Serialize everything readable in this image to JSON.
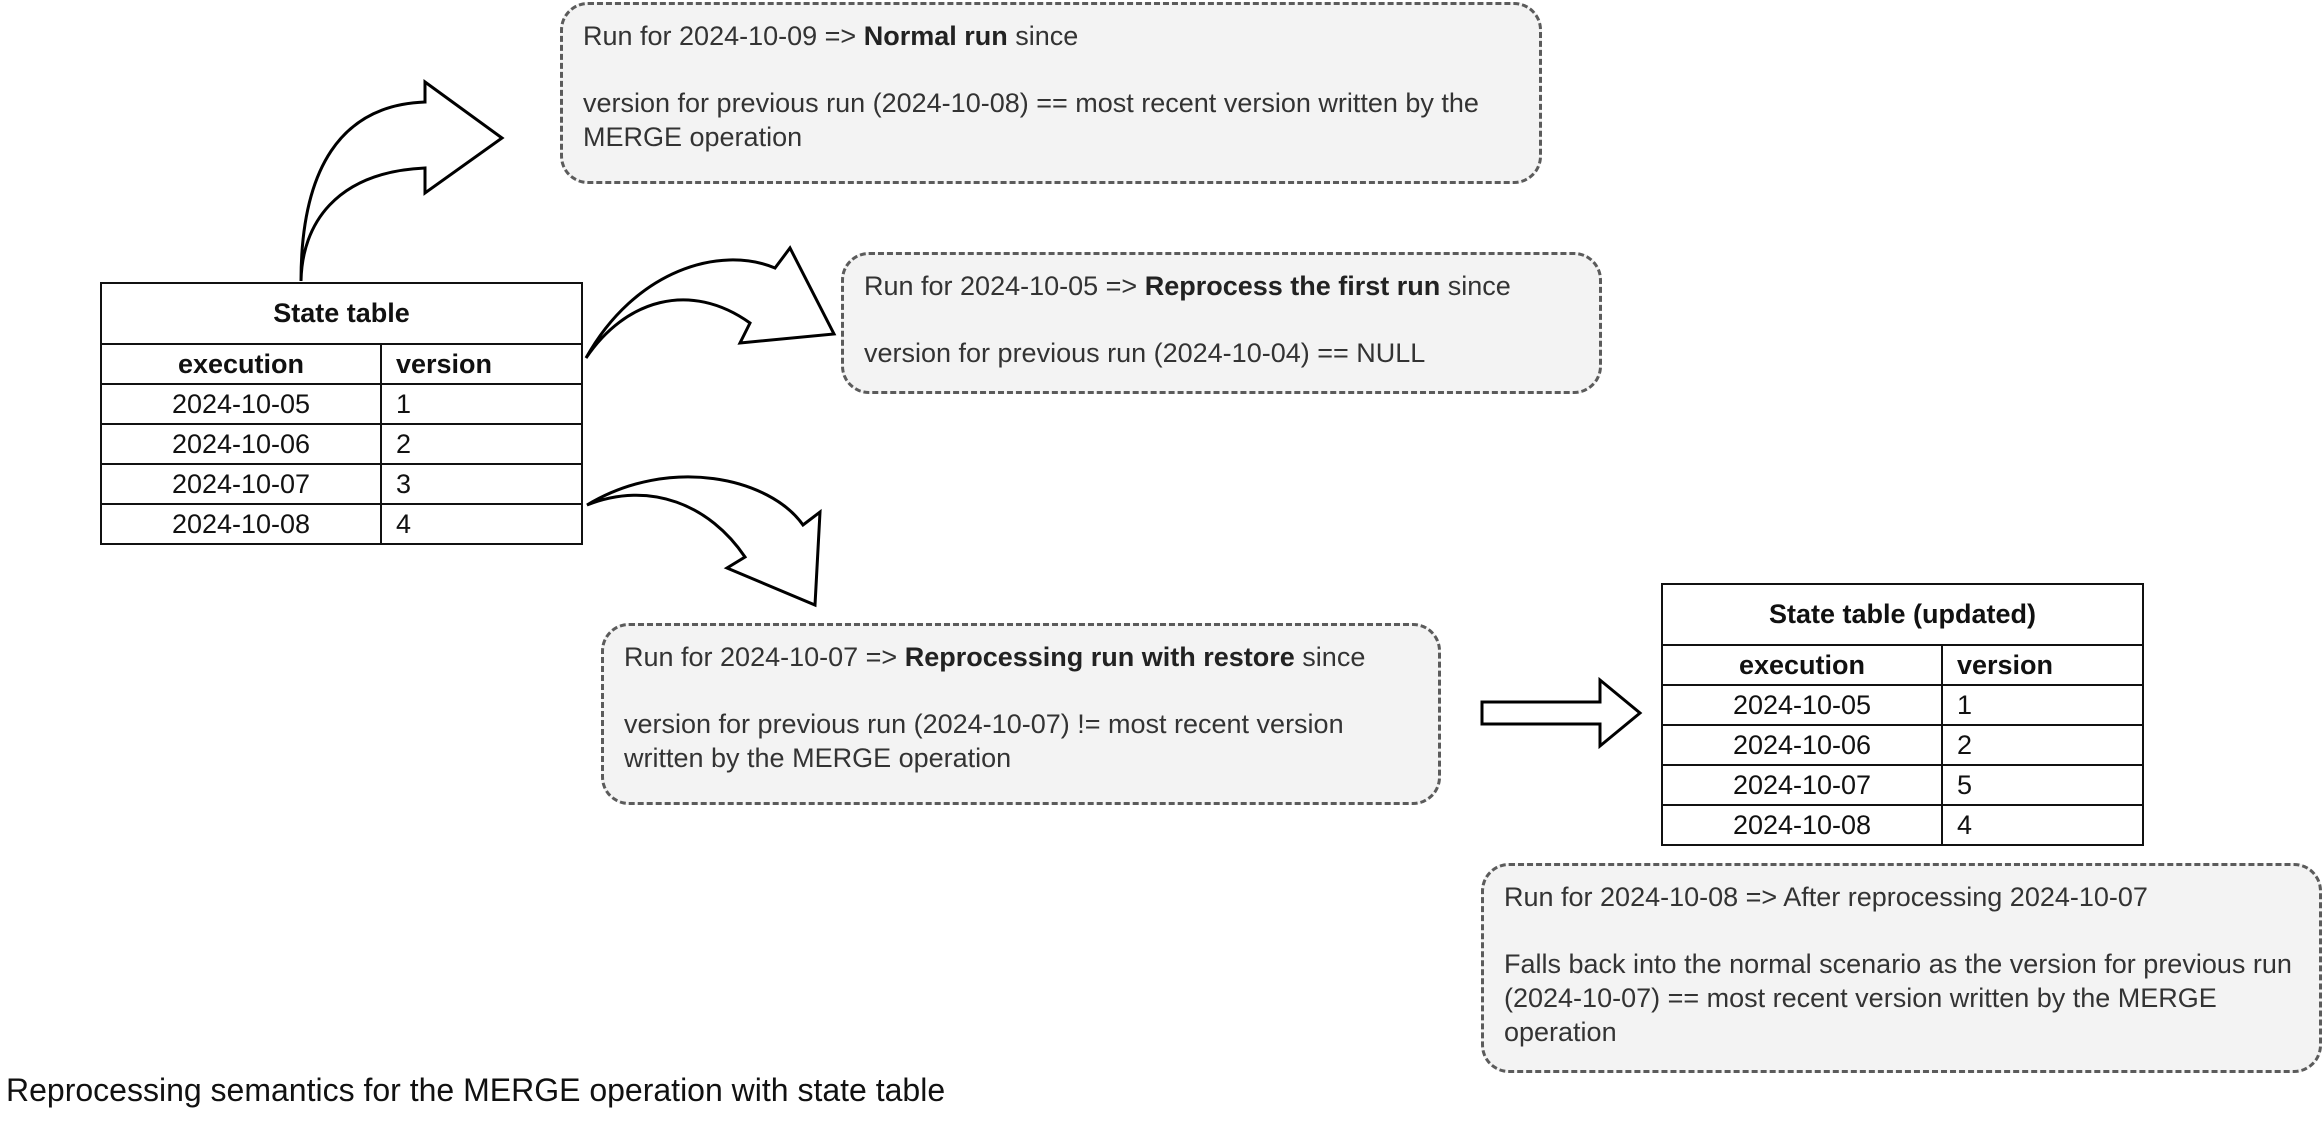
{
  "state_table": {
    "title": "State table",
    "headers": [
      "execution",
      "version"
    ],
    "rows": [
      [
        "2024-10-05",
        "1"
      ],
      [
        "2024-10-06",
        "2"
      ],
      [
        "2024-10-07",
        "3"
      ],
      [
        "2024-10-08",
        "4"
      ]
    ]
  },
  "updated_table": {
    "title": "State table (updated)",
    "headers": [
      "execution",
      "version"
    ],
    "rows": [
      [
        "2024-10-05",
        "1"
      ],
      [
        "2024-10-06",
        "2"
      ],
      [
        "2024-10-07",
        "5"
      ],
      [
        "2024-10-08",
        "4"
      ]
    ]
  },
  "notes": {
    "normal": {
      "prefix": "Run for 2024-10-09 => ",
      "bold": "Normal run",
      "suffix": " since",
      "body": "version for previous run (2024-10-08) == most recent version written by the MERGE operation"
    },
    "first": {
      "prefix": "Run for 2024-10-05 => ",
      "bold": "Reprocess the first run",
      "suffix": " since",
      "body": "version for previous run (2024-10-04) == NULL"
    },
    "restore": {
      "prefix": "Run for 2024-10-07 => ",
      "bold": "Reprocessing run with restore",
      "suffix": " since",
      "body": "version for previous run (2024-10-07) != most recent version written by the MERGE operation"
    },
    "after": {
      "heading": "Run for 2024-10-08 => After reprocessing 2024-10-07",
      "body": "Falls back into the normal scenario as the version for previous run (2024-10-07) == most recent version written by the MERGE operation"
    }
  },
  "caption": "Reprocessing semantics for the MERGE operation with state table"
}
